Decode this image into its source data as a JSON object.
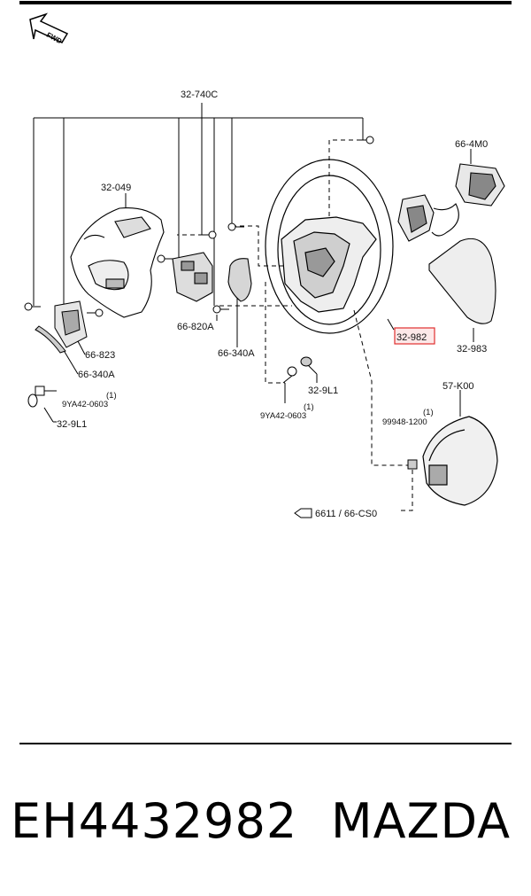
{
  "diagram": {
    "fwd_label": "FWD",
    "labels": {
      "p32_740c": "32-740C",
      "p32_049": "32-049",
      "p66_4m0": "66-4M0",
      "p66_820a": "66-820A",
      "p66_340a_mid": "66-340A",
      "p32_982": "32-982",
      "p32_983": "32-983",
      "p66_823": "66-823",
      "p66_340a_left": "66-340A",
      "p9ya42_left": "9YA42-0603",
      "qty_left": "(1)",
      "p32_9l1_left": "32-9L1",
      "p32_9l1_mid": "32-9L1",
      "p9ya42_mid": "9YA42-0603",
      "qty_mid": "(1)",
      "p57_k00": "57-K00",
      "p99948": "99948-1200",
      "qty_right": "(1)",
      "ref_6611": "6611 / 66-CS0"
    },
    "highlight_color": "#e03030"
  },
  "footer": {
    "part_number": "EH4432982",
    "brand": "MAZDA"
  }
}
